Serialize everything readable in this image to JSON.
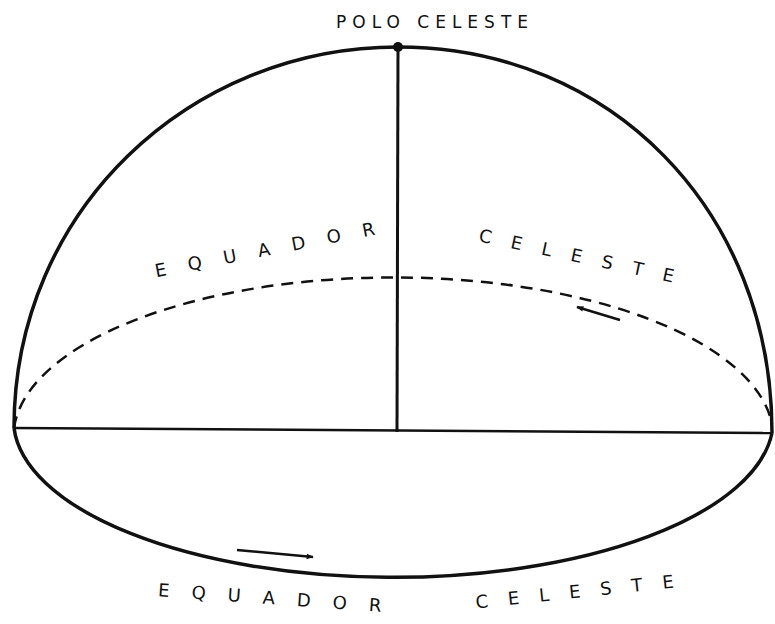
{
  "diagram": {
    "labels": [
      "POLO CELESTE",
      "EQUADOR",
      "CELESTE",
      "EQUADOR",
      "CELESTE"
    ]
  }
}
